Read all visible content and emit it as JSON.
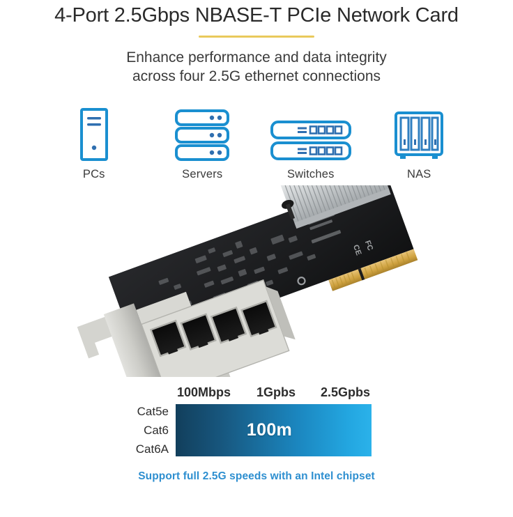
{
  "header": {
    "title": "4-Port 2.5Gbps NBASE-T PCIe Network Card",
    "divider_color": "#e9c95b",
    "subtitle_line1": "Enhance performance and data integrity",
    "subtitle_line2": "across four 2.5G ethernet connections"
  },
  "compatibility": {
    "items": [
      {
        "label": "PCs",
        "icon": "desktop-tower-icon"
      },
      {
        "label": "Servers",
        "icon": "server-rack-icon"
      },
      {
        "label": "Switches",
        "icon": "network-switch-icon"
      },
      {
        "label": "NAS",
        "icon": "nas-enclosure-icon"
      }
    ],
    "icon_color": "#1a8fd0"
  },
  "product_photo": {
    "alt": "4-port 2.5Gbps PCIe network card with silver heatsink and low-profile bracket",
    "components": {
      "heatsink": "aluminum-heatsink",
      "ports": "rj45-port-x4",
      "bracket": "low-profile-bracket",
      "edge_connector": "pcie-gold-fingers"
    },
    "pcb_color": "#1d1e20",
    "heatsink_color": "#c9ccce",
    "bracket_color": "#cdcdc9",
    "gold_color": "#d6a84a"
  },
  "chart_data": {
    "type": "bar",
    "title": "",
    "orientation": "horizontal",
    "categories": [
      "Cat5e",
      "Cat6",
      "Cat6A"
    ],
    "speed_labels": [
      "100Mbps",
      "1Gpbs",
      "2.5Gpbs"
    ],
    "values": [
      100,
      100,
      100
    ],
    "value_label": "100m",
    "unit": "m",
    "xlabel": "",
    "ylabel": "",
    "grid": false,
    "legend": "none",
    "gradient_start": "#123f5c",
    "gradient_end": "#2bb2ea",
    "note": "All three cable categories support 100m at 100Mbps, 1Gbps and 2.5Gbps"
  },
  "footer": {
    "note": "Support full 2.5G speeds with an Intel chipset",
    "color": "#2e8fd0"
  }
}
